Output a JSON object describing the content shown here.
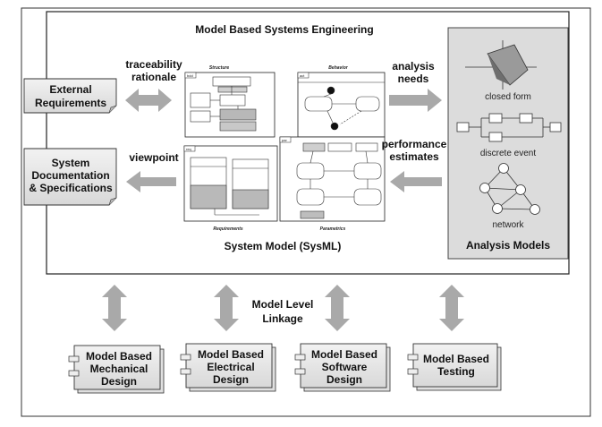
{
  "mbse": {
    "title": "Model Based Systems Engineering"
  },
  "system_model": {
    "title": "System Model (SysML)",
    "panels": {
      "structure": "Structure",
      "behavior": "Behavior",
      "requirements": "Requirements",
      "parametrics": "Parametrics"
    },
    "tags": {
      "bdd": "bdd",
      "act": "act",
      "req": "req",
      "par": "par"
    }
  },
  "external_requirements": {
    "lines": [
      "External",
      "Requirements"
    ]
  },
  "system_documentation": {
    "lines": [
      "System",
      "Documentation",
      "& Specifications"
    ]
  },
  "traceability_label": {
    "lines": [
      "traceability",
      "rationale"
    ]
  },
  "viewpoint_label": "viewpoint",
  "analysis_needs_label": {
    "lines": [
      "analysis",
      "needs"
    ]
  },
  "performance_label": {
    "lines": [
      "performance",
      "estimates"
    ]
  },
  "analysis_models": {
    "title": "Analysis Models",
    "items": [
      "closed form",
      "discrete event",
      "network"
    ]
  },
  "model_level_linkage": {
    "lines": [
      "Model Level",
      "Linkage"
    ]
  },
  "design_boxes": [
    {
      "lines": [
        "Model Based",
        "Mechanical",
        "Design"
      ]
    },
    {
      "lines": [
        "Model Based",
        "Electrical",
        "Design"
      ]
    },
    {
      "lines": [
        "Model Based",
        "Software",
        "Design"
      ]
    },
    {
      "lines": [
        "Model Based",
        "Testing"
      ]
    }
  ],
  "colors": {
    "arrow": "#a9a9a9",
    "analysis_panel": "#dcdcdc",
    "doc_box": "#e6e6e6",
    "frame": "#333333"
  }
}
